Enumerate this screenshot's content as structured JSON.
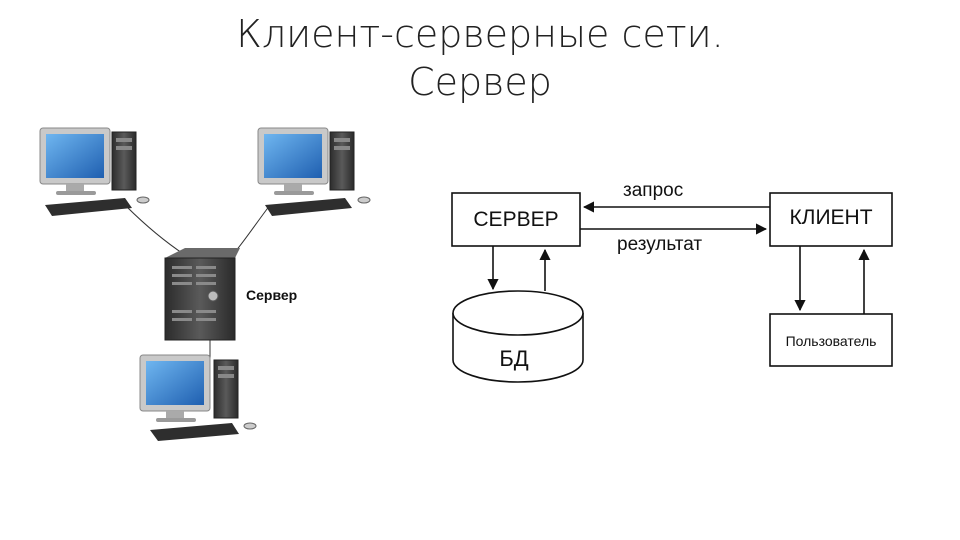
{
  "slide": {
    "title_line1": "Клиент-серверные сети.",
    "title_line2": "Сервер"
  },
  "network": {
    "server_label": "Сервер"
  },
  "scheme": {
    "server_box": "СЕРВЕР",
    "client_box": "КЛИЕНТ",
    "request_label": "запрос",
    "result_label": "результат",
    "database_label": "БД",
    "user_box": "Пользователь"
  },
  "colors": {
    "screen_blue": "#2f7fd0",
    "monitor_gray": "#c8c8c8",
    "tower_dark": "#3a3a3a"
  }
}
